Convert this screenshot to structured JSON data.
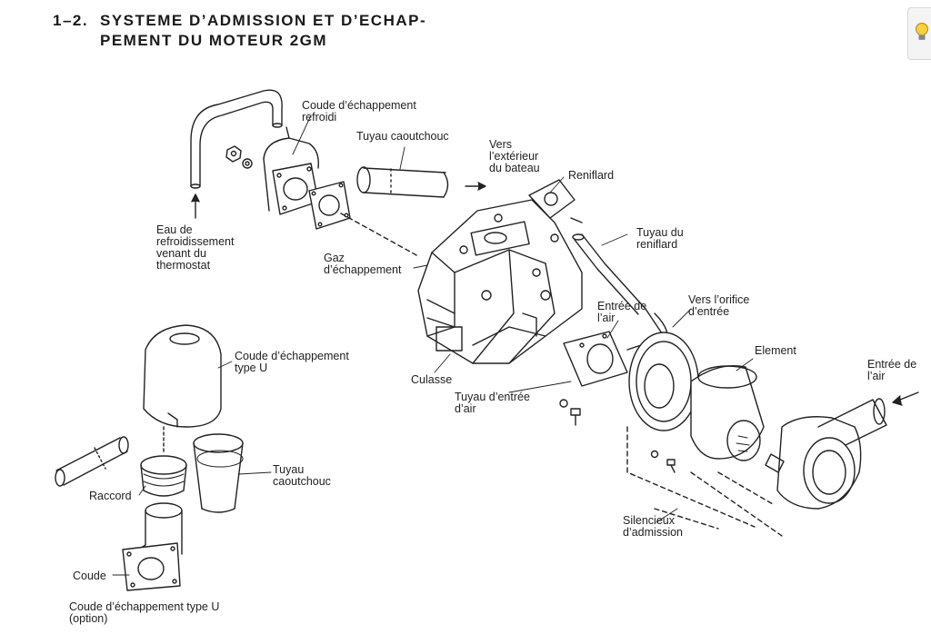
{
  "title": {
    "number": "1–2.",
    "line1": "SYSTEME D’ADMISSION ET D’ECHAP-",
    "line2": "PEMENT DU MOTEUR 2GM"
  },
  "labels": {
    "coude_refroidi": "Coude d’échappement\nrefroidi",
    "tuyau_caoutchouc_top": "Tuyau caoutchouc",
    "vers_exterieur": "Vers\nl’extérieur\ndu bateau",
    "reniflard": "Reniflard",
    "tuyau_reniflard": "Tuyau du\nreniflard",
    "eau_refroidissement": "Eau de\nrefroidissement\nvenant du\nthermostat",
    "gaz_echappement": "Gaz\nd’échappement",
    "entree_air_mid": "Entrée de\nl’air",
    "vers_orifice": "Vers l’orifice\nd’entrée",
    "element": "Element",
    "entree_air_right": "Entrée de\nl’air",
    "culasse": "Culasse",
    "tuyau_entree_air": "Tuyau d’entrée\nd’air",
    "coude_type_u": "Coude d’échappement\ntype U",
    "tuyau_caoutchouc_low": "Tuyau\ncaoutchouc",
    "raccord": "Raccord",
    "silencieux": "Silencieux\nd’admission",
    "coude": "Coude",
    "coude_option": "Coude d’échappement type U\n(option)"
  },
  "icons": {
    "hint": "lightbulb-icon"
  }
}
